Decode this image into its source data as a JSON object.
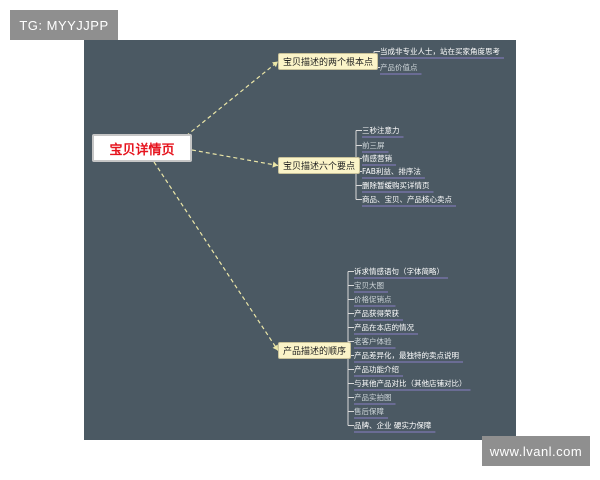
{
  "watermarks": {
    "top_left": "TG: MYYJJPP",
    "bottom_right": "www.lvanl.com"
  },
  "mindmap": {
    "root": "宝贝详情页",
    "branches": [
      {
        "label": "宝贝描述的两个根本点",
        "items": [
          "当成非专业人士，站在买家角度思考",
          "产品价值点"
        ]
      },
      {
        "label": "宝贝描述六个要点",
        "items": [
          "三秒注意力",
          "前三屏",
          "情感营销",
          "FAB利益、排序法",
          "删除暂缓购买详情页",
          "商品、宝贝、产品核心卖点"
        ]
      },
      {
        "label": "产品描述的顺序",
        "items": [
          "诉求情感语句（字体简略）",
          "宝贝大图",
          "价格促销点",
          "产品获得荣获",
          "产品在本店的情况",
          "老客户体验",
          "产品差异化，最独特的卖点说明",
          "产品功能介绍",
          "与其他产品对比（其他店铺对比）",
          "产品实拍图",
          "售后保障",
          "品牌、企业 硬实力保障"
        ]
      }
    ],
    "colors": {
      "background": "#4b5963",
      "root_text": "#e6141e",
      "branch_fill": "#fbf4c8",
      "connector": "#ece7a8",
      "leaf_underline": "#8a7fc4"
    }
  }
}
